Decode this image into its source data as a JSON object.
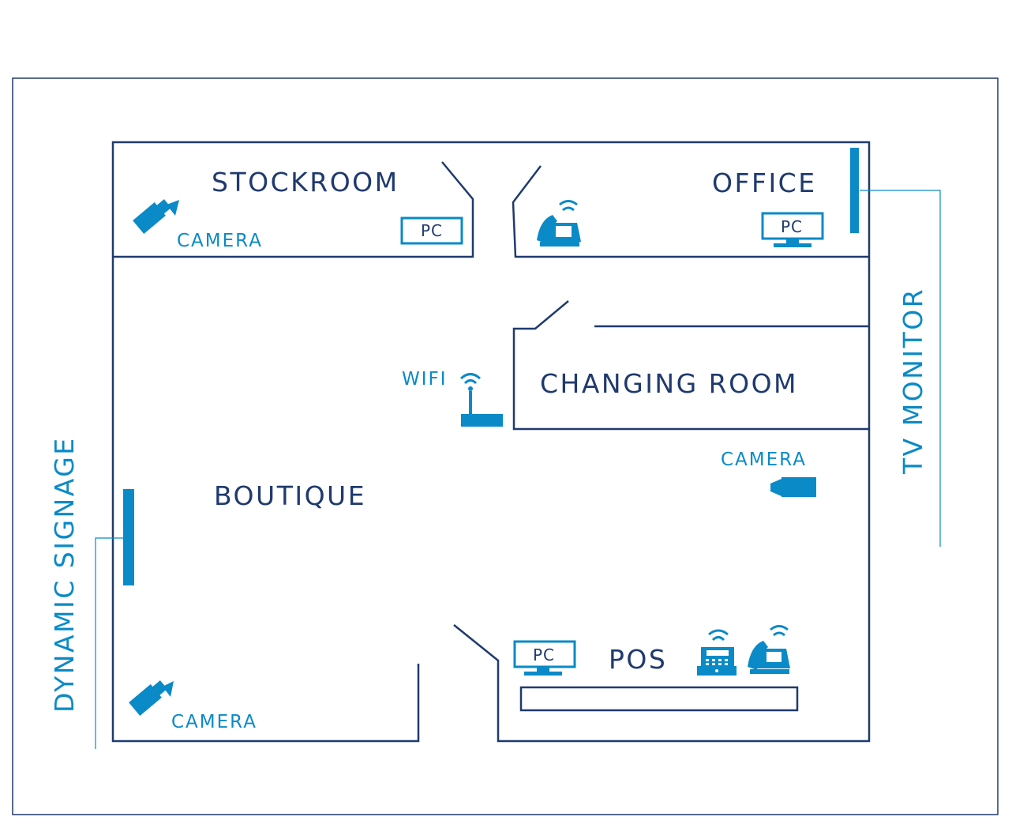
{
  "rooms": {
    "stockroom": "STOCKROOM",
    "office": "OFFICE",
    "changing_room": "CHANGING ROOM",
    "boutique": "BOUTIQUE",
    "pos": "POS"
  },
  "devices": {
    "camera_stockroom": "CAMERA",
    "camera_changing": "CAMERA",
    "camera_boutique": "CAMERA",
    "wifi": "WIFI",
    "pc_stockroom": "PC",
    "pc_office": "PC",
    "pc_pos": "PC"
  },
  "callouts": {
    "tv_monitor": "TV MONITOR",
    "dynamic_signage": "DYNAMIC SIGNAGE"
  },
  "colors": {
    "wall": "#1f3a6e",
    "device": "#0a8ac7"
  }
}
